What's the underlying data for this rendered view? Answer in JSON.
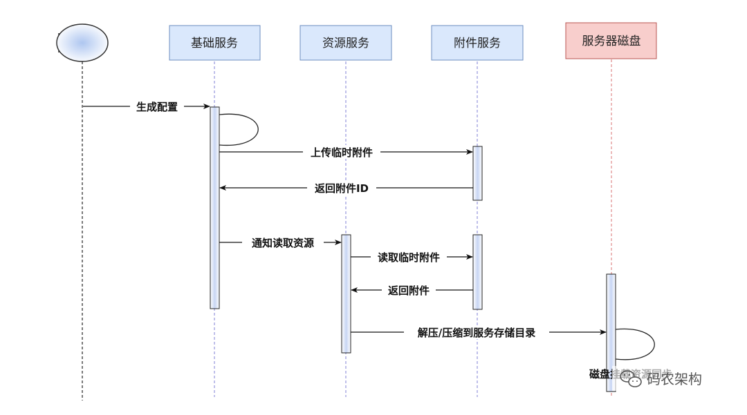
{
  "colors": {
    "service_fill": "#dae8fc",
    "service_stroke": "#6c8ebf",
    "disk_fill": "#f8cecc",
    "disk_stroke": "#b85450",
    "highlight_text": "#e03c31",
    "normal_text": "#111111",
    "lifeline_blue": "#7f7fd5",
    "lifeline_red": "#d87070"
  },
  "participants": [
    {
      "key": "actor",
      "label": "",
      "type": "boundary"
    },
    {
      "key": "base",
      "label": "基础服务",
      "type": "service"
    },
    {
      "key": "resource",
      "label": "资源服务",
      "type": "service"
    },
    {
      "key": "attach",
      "label": "附件服务",
      "type": "service"
    },
    {
      "key": "disk",
      "label": "服务器磁盘",
      "type": "disk"
    }
  ],
  "messages": [
    {
      "label": "生成配置",
      "highlight": false
    },
    {
      "label": "上传临时附件",
      "highlight": true
    },
    {
      "label": "返回附件ID",
      "highlight": false
    },
    {
      "label": "通知读取资源",
      "highlight": false
    },
    {
      "label": "读取临时附件",
      "highlight": true
    },
    {
      "label": "返回附件",
      "highlight": false
    },
    {
      "label": "解压/压缩到服务存储目录",
      "highlight": false
    },
    {
      "label": "磁盘挂载资源同步",
      "highlight": false
    }
  ],
  "watermark": {
    "icon": "wechat-icon",
    "text": "码农架构"
  }
}
